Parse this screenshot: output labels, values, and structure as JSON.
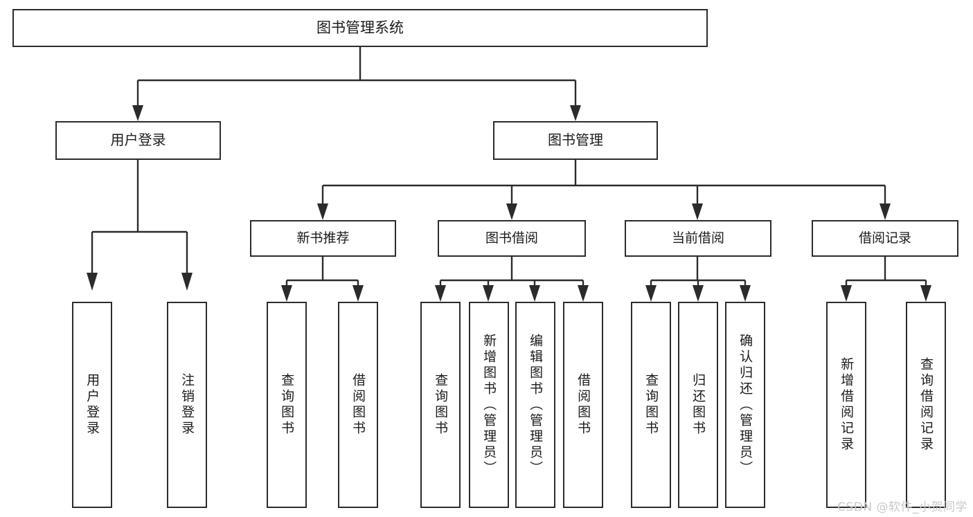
{
  "diagram": {
    "type": "tree",
    "title": "图书管理系统",
    "root": {
      "label": "图书管理系统"
    },
    "level2": [
      {
        "label": "用户登录"
      },
      {
        "label": "图书管理"
      }
    ],
    "level3": [
      {
        "label": "新书推荐"
      },
      {
        "label": "图书借阅"
      },
      {
        "label": "当前借阅"
      },
      {
        "label": "借阅记录"
      }
    ],
    "leaves": {
      "user_login": [
        {
          "label": "用户登录"
        },
        {
          "label": "注销登录"
        }
      ],
      "new_book_recommend": [
        {
          "label": "查询图书"
        },
        {
          "label": "借阅图书"
        }
      ],
      "book_borrow": [
        {
          "label": "查询图书"
        },
        {
          "label": "新增图书（管理员）"
        },
        {
          "label": "编辑图书（管理员）"
        },
        {
          "label": "借阅图书"
        }
      ],
      "current_borrow": [
        {
          "label": "查询图书"
        },
        {
          "label": "归还图书"
        },
        {
          "label": "确认归还（管理员）"
        }
      ],
      "borrow_record": [
        {
          "label": "新增借阅记录"
        },
        {
          "label": "查询借阅记录"
        }
      ]
    }
  },
  "watermark": {
    "text": "CSDN @软件_小贺同学"
  },
  "colors": {
    "stroke": "#2b2b2b",
    "fill": "#ffffff",
    "text": "#1b1b1b",
    "watermark": "#c9c9c9"
  }
}
